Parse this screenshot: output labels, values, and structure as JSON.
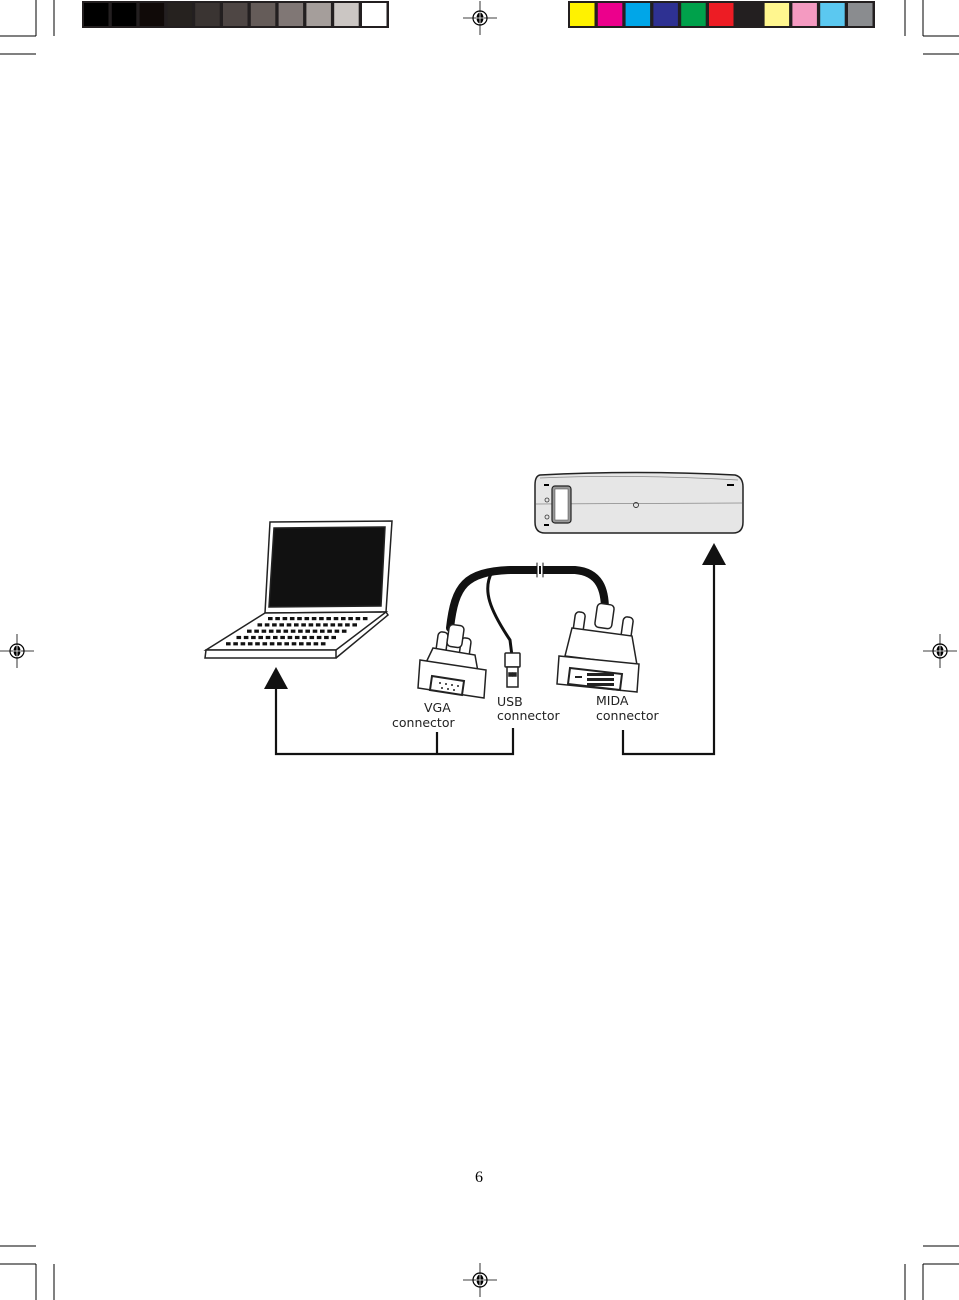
{
  "print_marks": {
    "grayscale_bar": [
      "#000000",
      "#000000",
      "#100a08",
      "#26221f",
      "#3a3432",
      "#4e4644",
      "#655c59",
      "#807775",
      "#a59e9b",
      "#cbc6c3",
      "#ffffff"
    ],
    "color_bar": [
      "#fff200",
      "#ec008c",
      "#00a6e8",
      "#2e3192",
      "#00a14b",
      "#ed1c24",
      "#231f20",
      "#fff68f",
      "#f49ac1",
      "#5bc8f0",
      "#8a8c8f"
    ]
  },
  "diagram": {
    "vga_label": [
      "VGA",
      "connector"
    ],
    "usb_label": [
      "USB",
      "connector"
    ],
    "mida_label": [
      "MIDA",
      "connector"
    ]
  },
  "page_number": "6"
}
